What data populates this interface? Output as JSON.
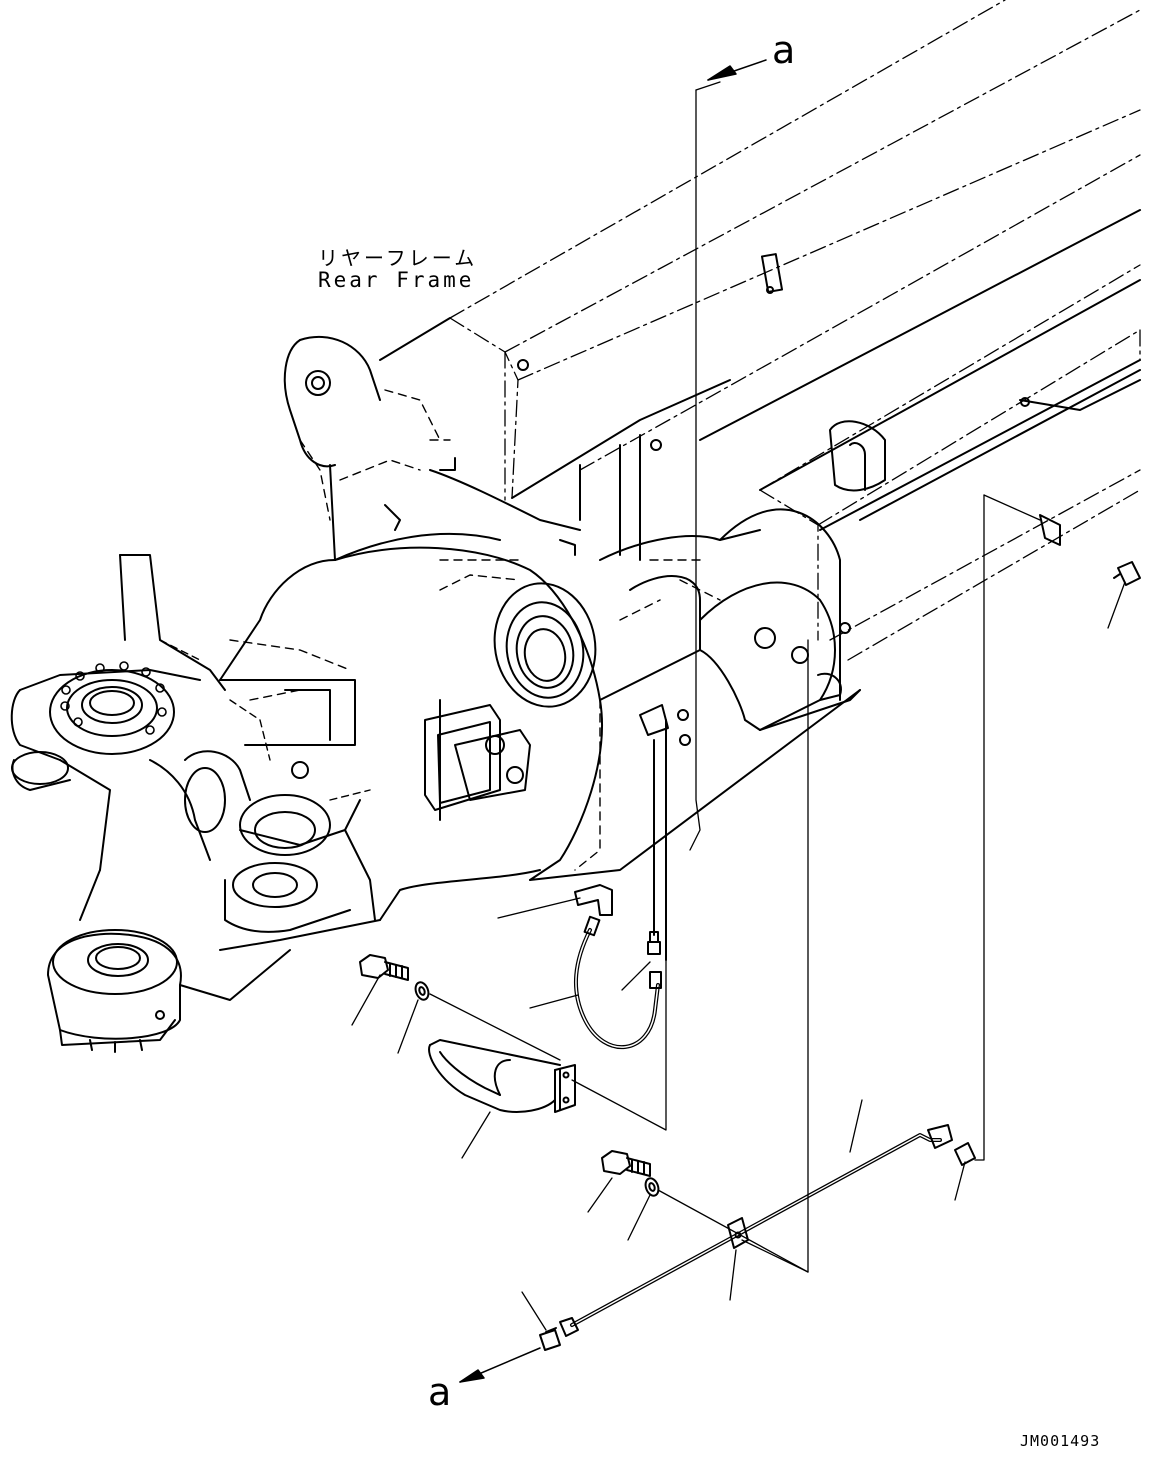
{
  "labels": {
    "frame_jp": "リヤーフレーム",
    "frame_en": "Rear Frame",
    "ref_top": "a",
    "ref_bottom": "a",
    "drawing_code": "JM001493"
  },
  "colors": {
    "line": "#000000",
    "background": "#ffffff"
  }
}
